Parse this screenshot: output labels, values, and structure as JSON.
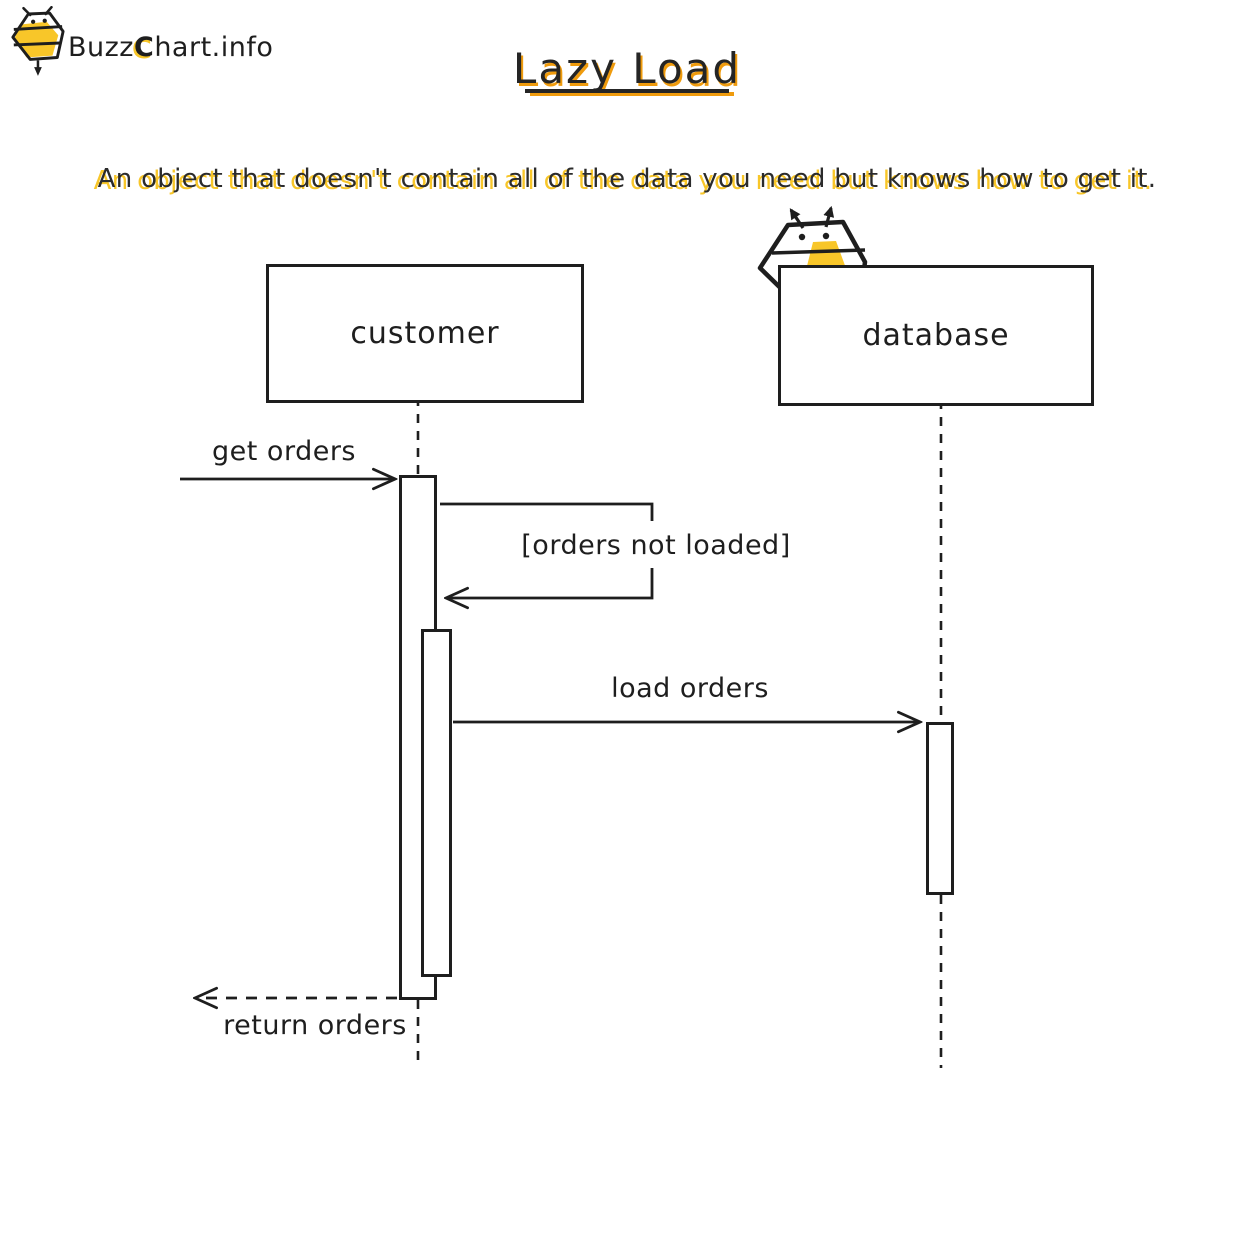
{
  "app": {
    "name": "BuzzChart.info"
  },
  "logo": {
    "icon": "bee-icon",
    "text_pre": "Buzz",
    "text_accent": "C",
    "text_post": "hart.info"
  },
  "title": {
    "text": "Lazy Load"
  },
  "subtitle": {
    "text": "An object that doesn't contain all of the data you need but knows how to get it."
  },
  "colors": {
    "ink": "#1e1e1e",
    "yellow": "#f8c629",
    "orange": "#ef9b0d",
    "background": "#ffffff"
  },
  "diagram": {
    "type": "sequence",
    "actors": [
      {
        "id": "customer",
        "label": "customer"
      },
      {
        "id": "database",
        "label": "database"
      }
    ],
    "messages": [
      {
        "from": "caller",
        "to": "customer",
        "label": "get orders",
        "line": "solid"
      },
      {
        "from": "customer",
        "to": "customer",
        "label": "[orders not loaded]",
        "line": "self"
      },
      {
        "from": "customer",
        "to": "database",
        "label": "load orders",
        "line": "solid"
      },
      {
        "from": "customer",
        "to": "caller",
        "label": "return orders",
        "line": "dashed"
      }
    ]
  }
}
